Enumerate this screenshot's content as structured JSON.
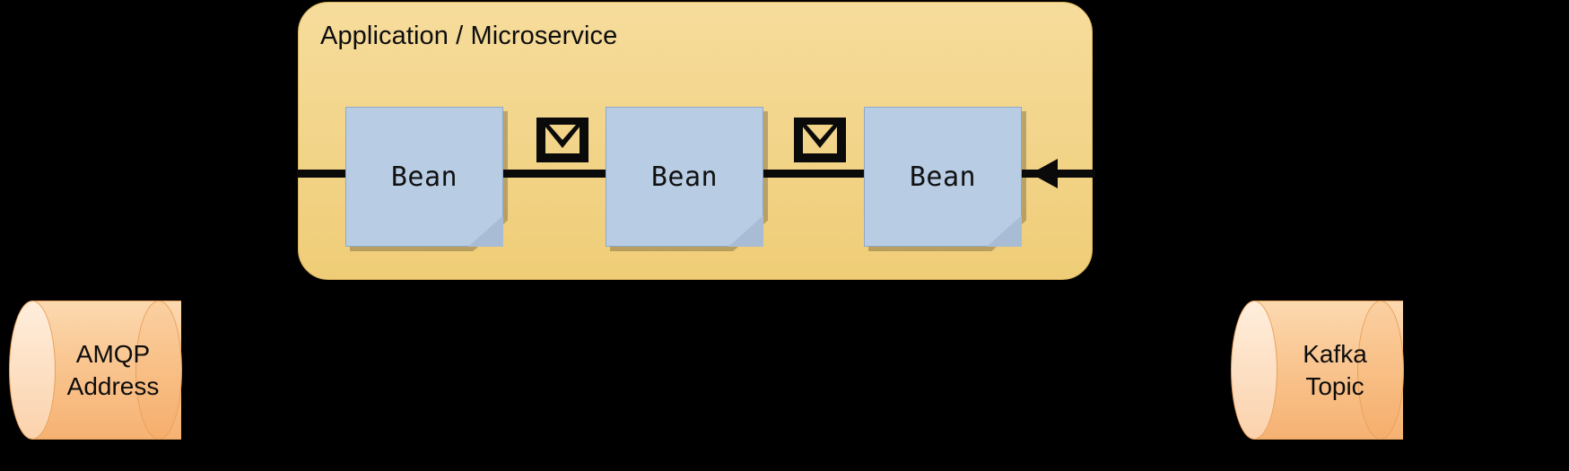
{
  "diagram": {
    "title": "Application / Microservice",
    "background_color": "#000000",
    "container": {
      "label": "Application / Microservice",
      "fill": "#f2d488",
      "border": "#d9b45c"
    },
    "beans": [
      {
        "label": "Bean",
        "fill": "#b8cce4"
      },
      {
        "label": "Bean",
        "fill": "#b8cce4"
      },
      {
        "label": "Bean",
        "fill": "#b8cce4"
      }
    ],
    "icons": [
      {
        "name": "envelope-icon",
        "color": "#0a0a0a"
      },
      {
        "name": "envelope-icon",
        "color": "#0a0a0a"
      }
    ],
    "endpoints": {
      "left": {
        "line1": "AMQP",
        "line2": "Address",
        "fill": "#f9c48e",
        "border": "#e8a05a"
      },
      "right": {
        "line1": "Kafka",
        "line2": "Topic",
        "fill": "#f9c48e",
        "border": "#e8a05a"
      }
    },
    "flow": {
      "direction": "right-to-left",
      "arrow_color": "#0a0a0a"
    }
  }
}
